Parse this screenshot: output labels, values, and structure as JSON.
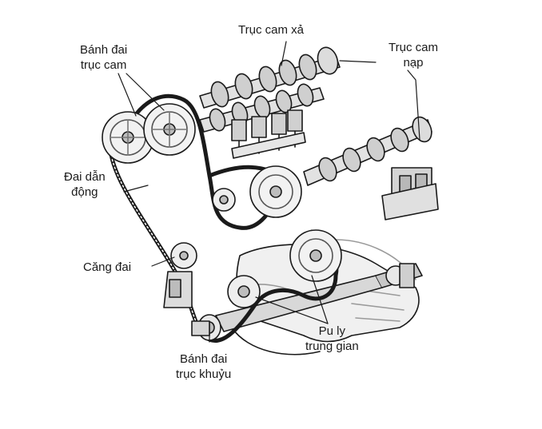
{
  "labels": {
    "cam_pulleys": {
      "line1": "Bánh đai",
      "line2": "trục cam"
    },
    "exhaust_cam": "Trục cam xả",
    "intake_cam": {
      "line1": "Trục cam",
      "line2": "nạp"
    },
    "drive_belt": {
      "line1": "Đai dẫn",
      "line2": "động"
    },
    "tensioner": "Căng đai",
    "idler_pulley": {
      "line1": "Pu ly",
      "line2": "trung gian"
    },
    "crank_pulley": {
      "line1": "Bánh đai",
      "line2": "trục khuỷu"
    }
  },
  "colors": {
    "ink": "#1a1a1a",
    "paper": "#ffffff",
    "shade": "#9a9a9a"
  }
}
